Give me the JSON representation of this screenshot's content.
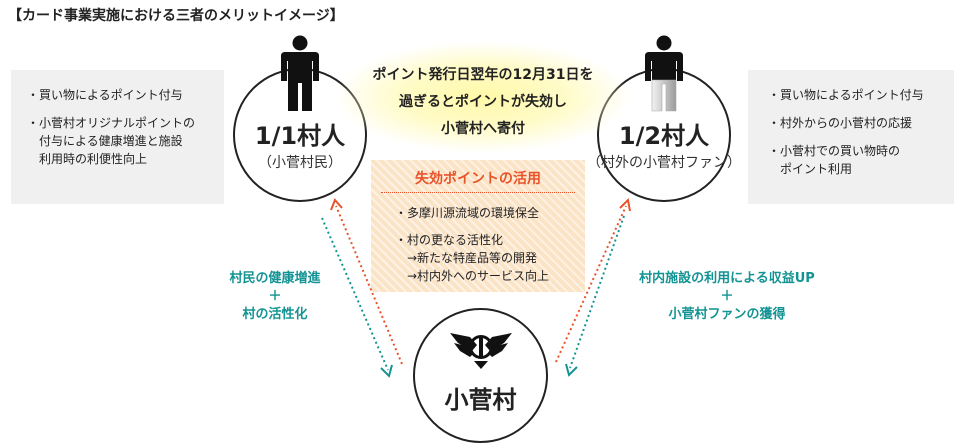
{
  "title": "【カード事業実施における三者のメリットイメージ】",
  "villager": {
    "label": "1/1村人",
    "sublabel": "（小菅村民）",
    "benefits": [
      "・買い物によるポイント付与",
      "・小菅村オリジナルポイントの\n　付与による健康増進と施設\n　利用時の利便性向上"
    ]
  },
  "fan": {
    "label": "1/2村人",
    "sublabel": "（村外の小菅村ファン）",
    "benefits": [
      "・買い物によるポイント付与",
      "・村外からの小菅村の応援",
      "・小菅村での買い物時の\n　ポイント利用"
    ]
  },
  "village": {
    "label": "小菅村"
  },
  "center_note": [
    "ポイント発行日翌年の12月31日を",
    "過ぎるとポイントが失効し",
    "小菅村へ寄付"
  ],
  "expired_points": {
    "title": "失効ポイントの活用",
    "items": [
      "・多摩川源流域の環境保全",
      "・村の更なる活性化",
      "　→新たな特産品等の開発",
      "　→村内外へのサービス向上"
    ]
  },
  "left_arrow_label": [
    "村民の健康増進",
    "＋",
    "村の活性化"
  ],
  "right_arrow_label": [
    "村内施設の利用による収益UP",
    "＋",
    "小菅村ファンの獲得"
  ],
  "colors": {
    "teal": "#139393",
    "red": "#e8532a",
    "panel": "#f0f0f0",
    "hatch": "#fbe3c6",
    "glow": "#fff9a8"
  },
  "icons": {
    "villager": "person-icon",
    "fan": "person-icon",
    "village": "village-emblem-icon"
  }
}
